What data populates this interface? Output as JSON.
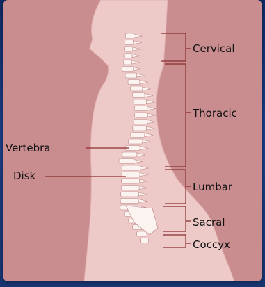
{
  "labels": {
    "cervical": "Cervical",
    "thoracic": "Thoracic",
    "lumbar": "Lumbar",
    "sacral": "Sacral",
    "coccyx": "Coccyx",
    "vertebra": "Vertebra",
    "disk": "Disk"
  },
  "colors": {
    "background": "#c98d8f",
    "body": "#edc9c7",
    "spine": "#fbf3ef",
    "line": "#8d2d2f",
    "text": "#111111",
    "border": "#173a82"
  }
}
